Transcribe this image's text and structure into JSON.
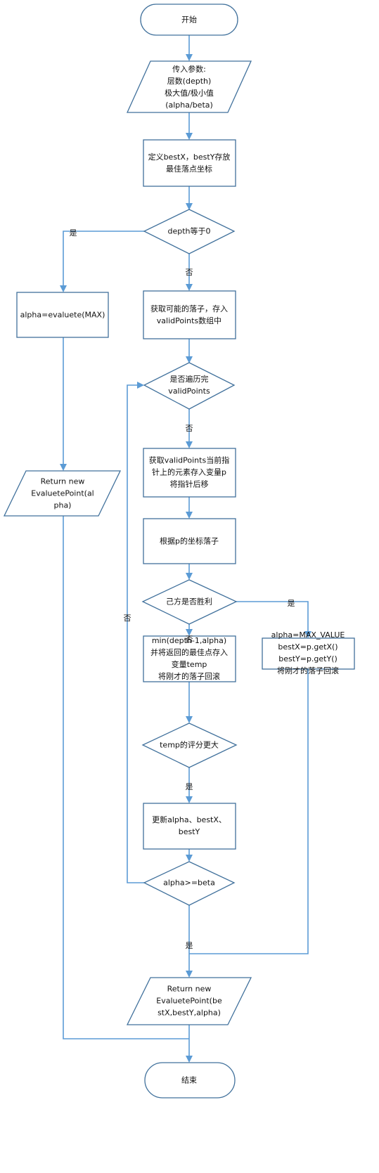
{
  "nodes": {
    "start": "开始",
    "params": [
      "传入参数:",
      "层数(depth)",
      "极大值/极小值",
      "(alpha/beta)"
    ],
    "define_best": [
      "定义bestX，bestY存放",
      "最佳落点坐标"
    ],
    "depth_zero": "depth等于0",
    "alpha_eval": "alpha=evaluete(MAX)",
    "return_eval": [
      "Return new",
      "EvaluetePoint(al",
      "pha)"
    ],
    "get_points": [
      "获取可能的落子，存入",
      "validPoints数组中"
    ],
    "traversed": [
      "是否遍历完",
      "validPoints"
    ],
    "get_current": [
      "获取validPoints当前指",
      "针上的元素存入变量p",
      "将指针后移"
    ],
    "place_piece": "根据p的坐标落子",
    "win_check": "己方是否胜利",
    "win_action": [
      "alpha=MAX_VALUE",
      "bestX=p.getX()",
      "bestY=p.getY()",
      "将刚才的落子回滚"
    ],
    "recurse": [
      "min(depth-1,alpha)",
      "并将返回的最佳点存入",
      "变量temp",
      "将刚才的落子回滚"
    ],
    "temp_better": "temp的评分更大",
    "update": [
      "更新alpha、bestX、",
      "bestY"
    ],
    "alpha_beta": "alpha>=beta",
    "return_best": [
      "Return new",
      "EvaluetePoint(be",
      "stX,bestY,alpha)"
    ],
    "end": "结束"
  },
  "edges": {
    "depth_yes": "是",
    "depth_no": "否",
    "traversed_no": "否",
    "win_yes": "是",
    "win_no": "否",
    "temp_yes": "是",
    "loop_no": "否",
    "ab_yes": "是"
  },
  "colors": {
    "stroke": "#41719c",
    "fill": "#ffffff",
    "arrow": "#5b9bd5",
    "text": "#111111"
  }
}
